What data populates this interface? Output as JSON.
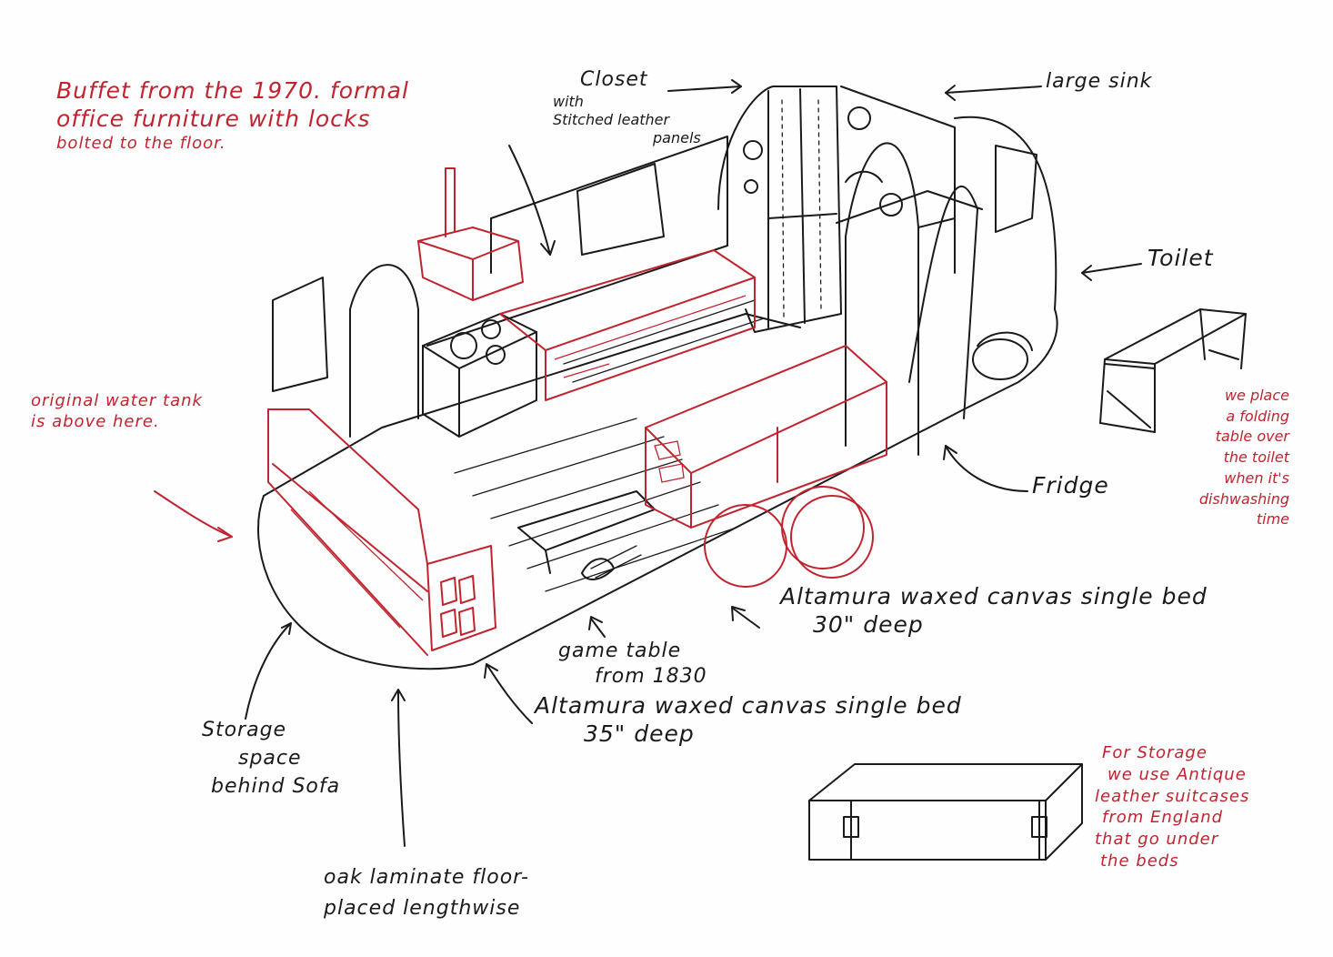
{
  "colors": {
    "ink_black": "#1a1a1a",
    "ink_red": "#c0242f",
    "paper": "#fefefe"
  },
  "annotations": {
    "buffet": {
      "lines": [
        "Buffet from the 1970. formal",
        "office furniture with locks",
        "bolted to the floor."
      ]
    },
    "closet": {
      "title": "Closet",
      "detail": [
        "with",
        "Stitched leather",
        "panels"
      ]
    },
    "large_sink": {
      "text": "large sink"
    },
    "toilet": {
      "text": "Toilet"
    },
    "water_tank": {
      "lines": [
        "original water tank",
        "is above here."
      ]
    },
    "folding_table": {
      "lines": [
        "we place",
        "a folding",
        "table over",
        "the toilet",
        "when it's",
        "dishwashing",
        "time"
      ]
    },
    "fridge": {
      "text": "Fridge"
    },
    "bed_30": {
      "lines": [
        "Altamura waxed  canvas single bed",
        "30\" deep"
      ]
    },
    "game_table": {
      "lines": [
        "game table",
        "from 1830"
      ]
    },
    "bed_35": {
      "lines": [
        "Altamura waxed canvas  single bed",
        "35\" deep"
      ]
    },
    "storage_sofa": {
      "lines": [
        "Storage",
        "space",
        "behind Sofa"
      ]
    },
    "floor": {
      "lines": [
        "oak laminate floor-",
        "placed  lengthwise"
      ]
    },
    "suitcases": {
      "lines": [
        "For Storage",
        "we use Antique",
        "leather suitcases",
        "from England",
        "that go under",
        "the beds"
      ]
    }
  }
}
